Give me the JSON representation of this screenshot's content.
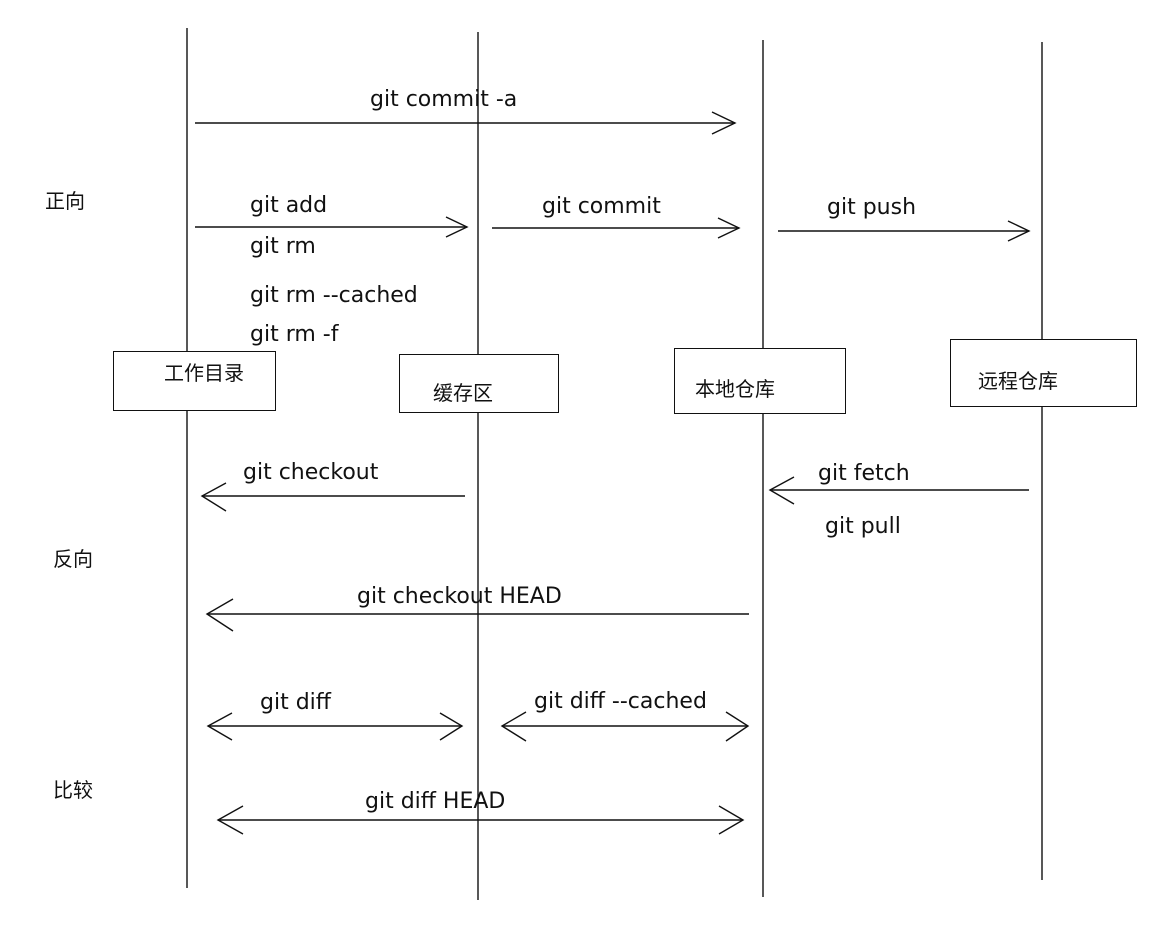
{
  "sections": {
    "forward": "正向",
    "reverse": "反向",
    "compare": "比较"
  },
  "areas": {
    "working_dir": "工作目录",
    "staging": "缓存区",
    "local_repo": "本地仓库",
    "remote_repo": "远程仓库"
  },
  "commands": {
    "commit_a": "git commit -a",
    "add": "git add",
    "rm": "git rm",
    "rm_cached": "git rm --cached",
    "rm_f": "git rm -f",
    "commit": "git commit",
    "push": "git push",
    "checkout": "git checkout",
    "fetch": "git fetch",
    "pull": "git pull",
    "checkout_head": "git checkout HEAD",
    "diff": "git diff",
    "diff_cached": "git diff --cached",
    "diff_head": "git diff HEAD"
  }
}
